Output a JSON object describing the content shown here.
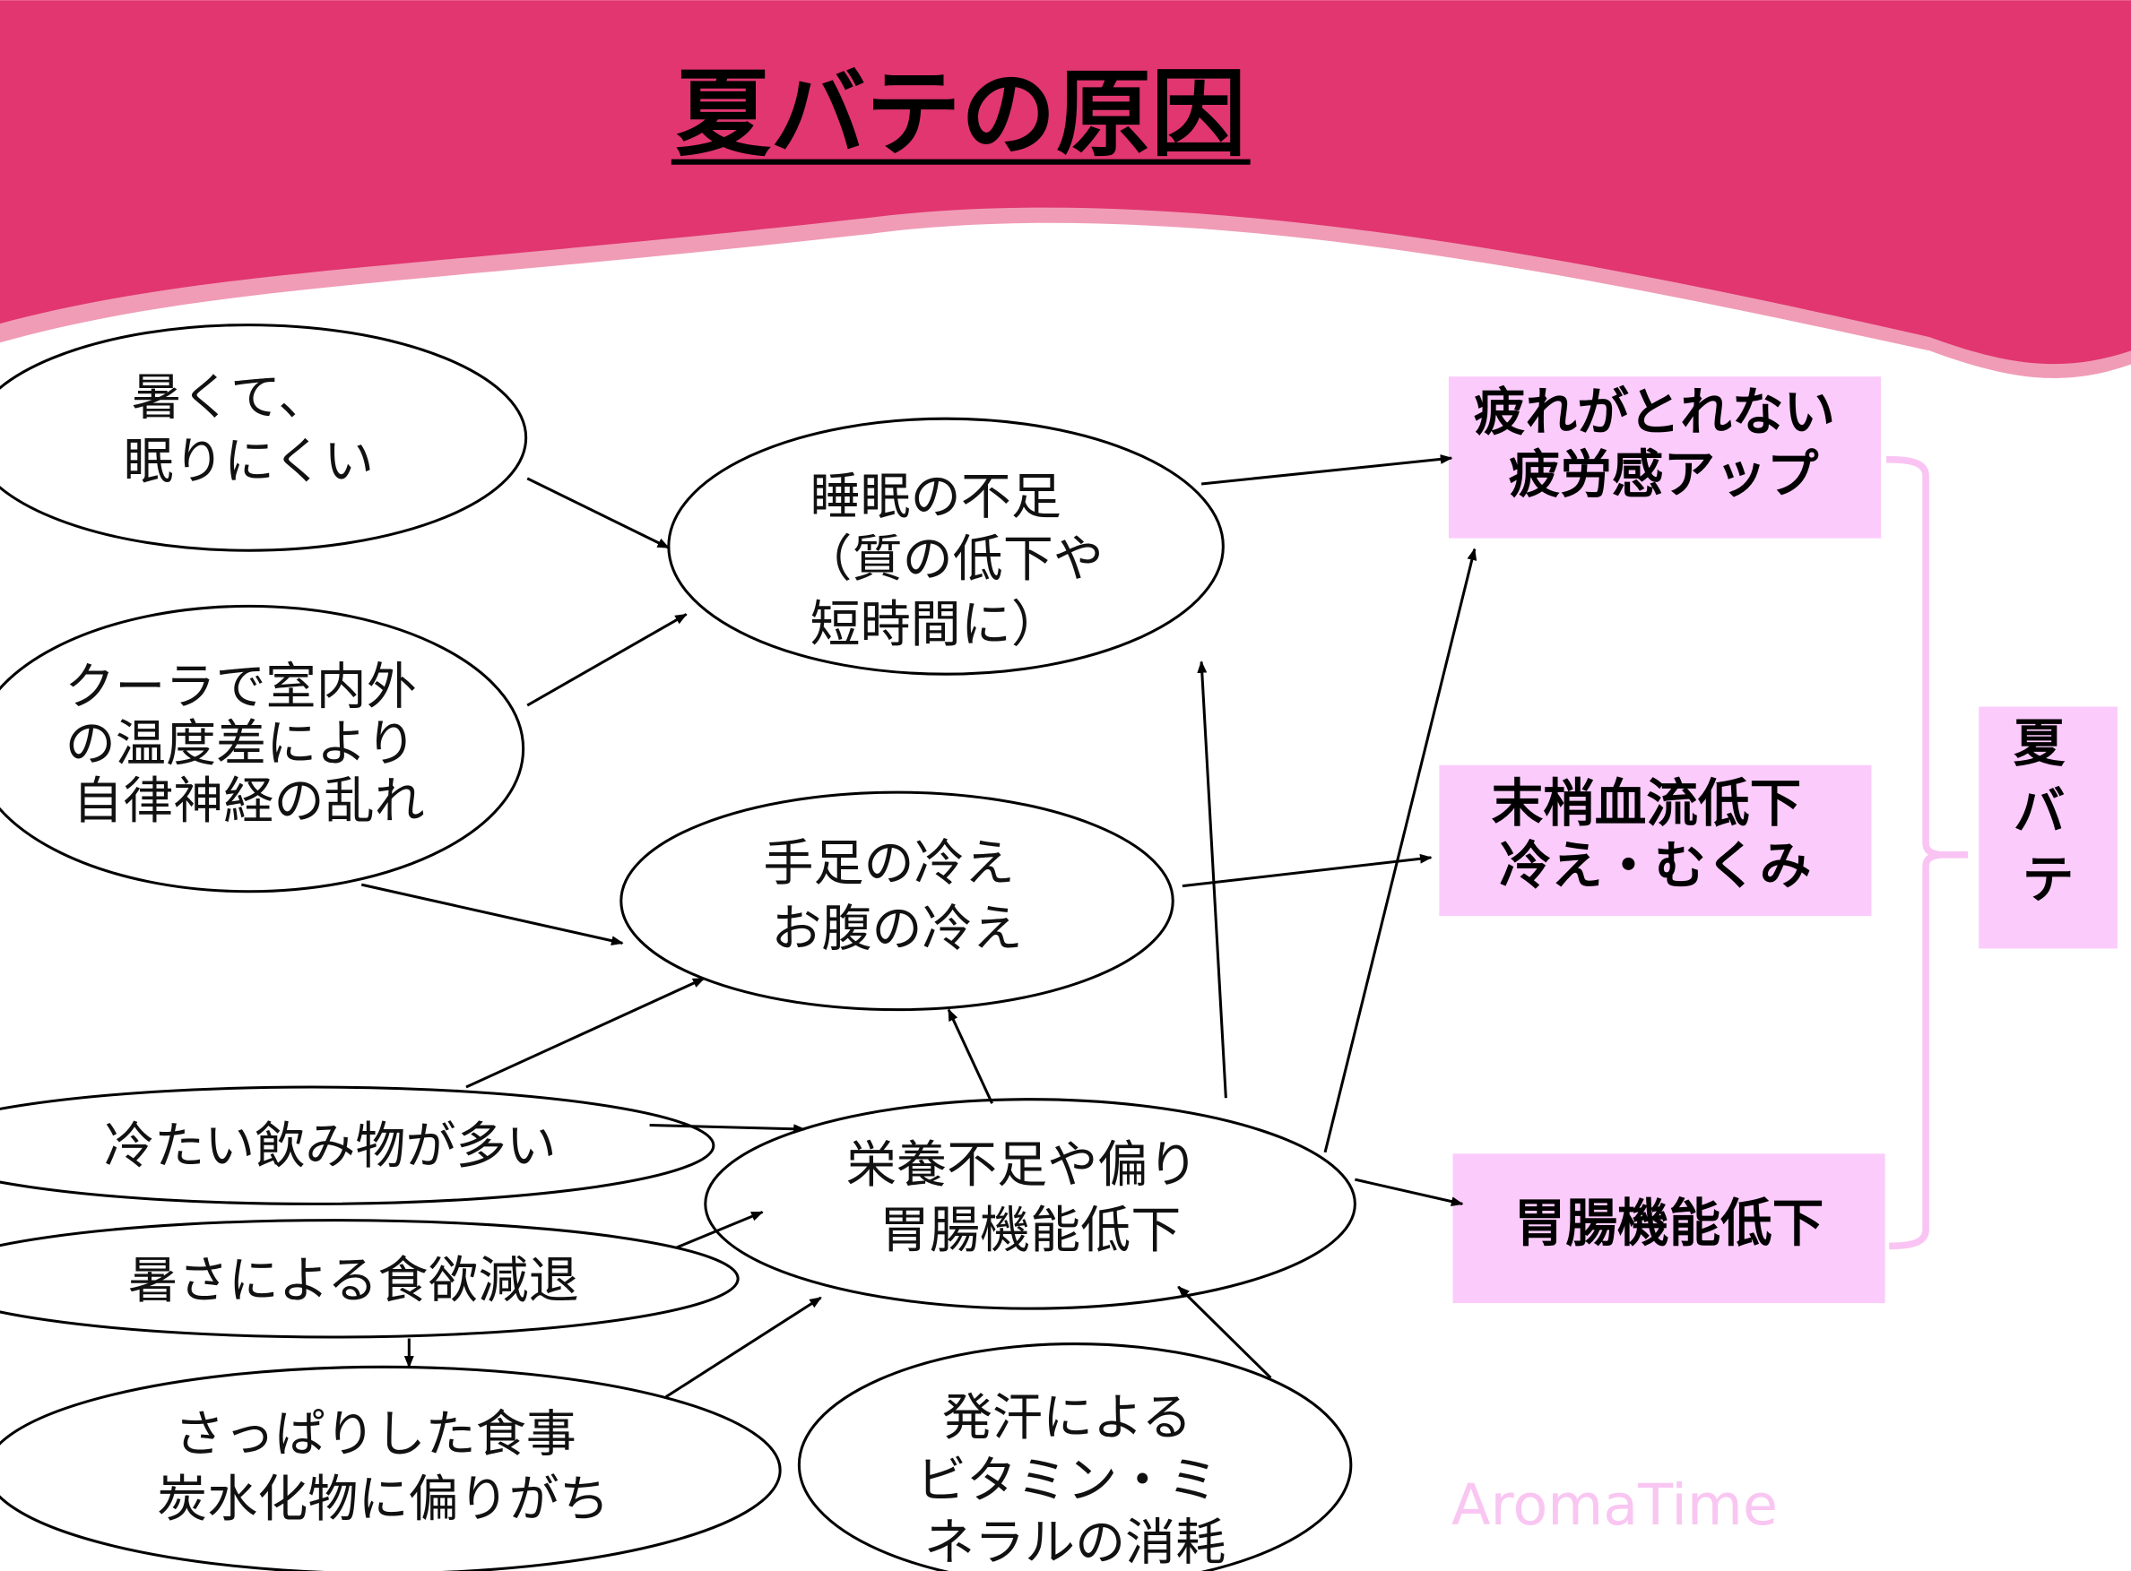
{
  "title": "夏バテの原因",
  "colors": {
    "header": "#E13670",
    "header_edge": "#F09CB7",
    "box_fill": "#FBCBFB",
    "bracket": "#F9C4F3",
    "line": "#000000",
    "watermark": "#F9C6F2"
  },
  "causes": {
    "heat_sleep": [
      "暑くて、",
      "眠りにくい"
    ],
    "aircon": [
      "クーラで室内外",
      "の温度差により",
      "自律神経の乱れ"
    ],
    "cold_drinks": [
      "冷たい飲み物が多い"
    ],
    "appetite": [
      "暑さによる食欲減退"
    ],
    "light_meals": [
      "さっぱりした食事",
      "炭水化物に偏りがち"
    ],
    "sweat": [
      "発汗による",
      "ビタミン・ミ",
      "ネラルの消耗"
    ]
  },
  "intermediates": {
    "sleep": [
      "睡眠の不足",
      "（質の低下や",
      "短時間に）"
    ],
    "chill": [
      "手足の冷え",
      "お腹の冷え"
    ],
    "nutrition": [
      "栄養不足や偏り",
      "胃腸機能低下"
    ]
  },
  "effects": {
    "fatigue": [
      "疲れがとれない",
      "疲労感アップ"
    ],
    "circulation": [
      "末梢血流低下",
      "冷え・むくみ"
    ],
    "digestion": [
      "胃腸機能低下"
    ]
  },
  "result": [
    "夏",
    "バ",
    "テ"
  ],
  "watermark": "AromaTime"
}
